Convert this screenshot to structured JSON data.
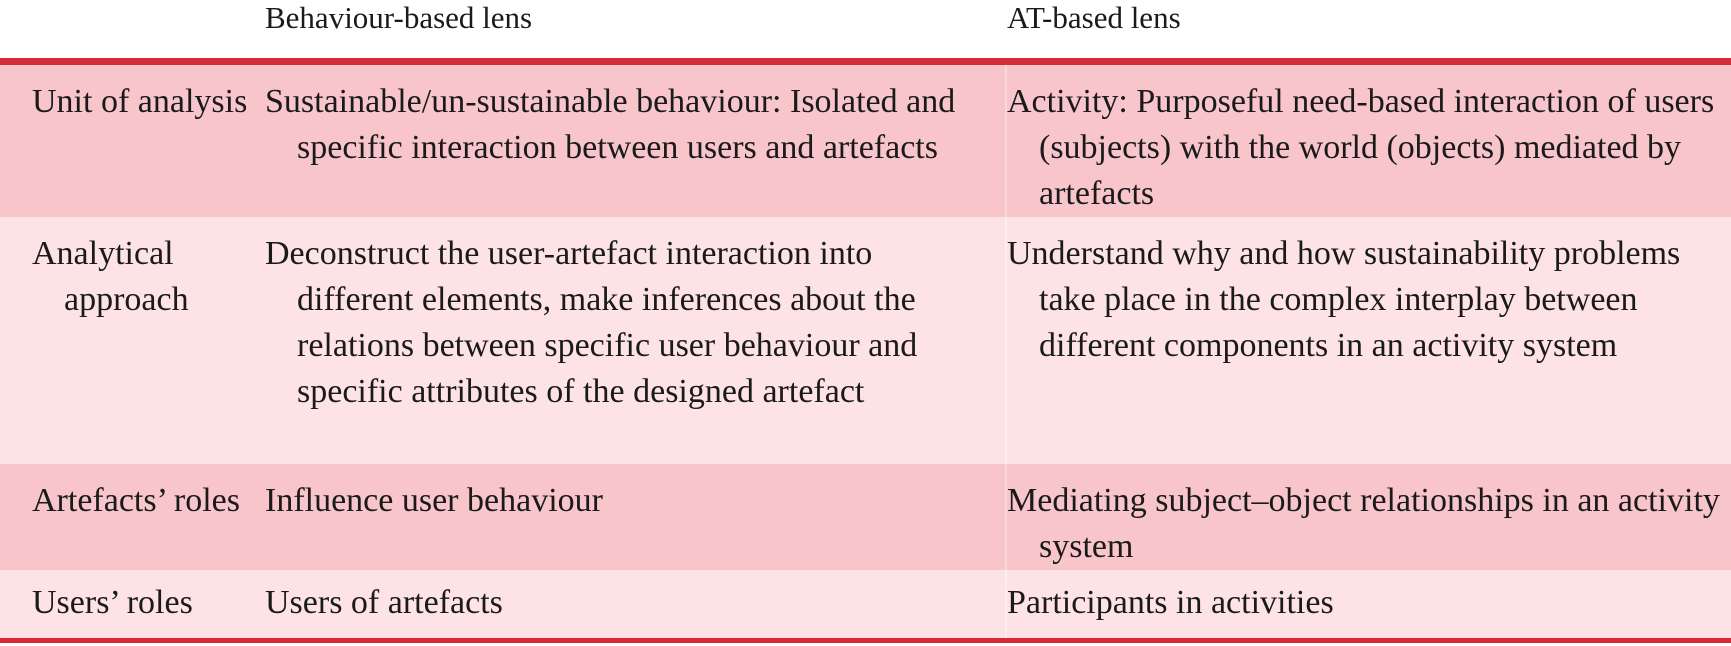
{
  "header": {
    "col1": "",
    "col2": "Behaviour-based lens",
    "col3": "AT-based lens"
  },
  "rows": [
    {
      "label": "Unit of analysis",
      "behaviour": "Sustainable/un-sustainable behaviour: Isolated and specific interaction between users and artefacts",
      "at": "Activity: Purposeful need-based interaction of users (subjects) with the world (objects) mediated by artefacts"
    },
    {
      "label": "Analytical approach",
      "behaviour": "Deconstruct the user-artefact interaction into different elements, make inferences about the relations between specific user behaviour and specific attributes of the designed artefact",
      "at": "Understand why and how sustainability problems take place in the complex interplay between different components in an activity system"
    },
    {
      "label": "Artefacts’ roles",
      "behaviour": "Influence user behaviour",
      "at": "Mediating subject–object relationships in an activity system"
    },
    {
      "label": "Users’ roles",
      "behaviour": "Users of artefacts",
      "at": "Participants in activities"
    }
  ],
  "colors": {
    "rule": "#d62c3a",
    "row_dark": "#f8c5ca",
    "row_light": "#fde3e5"
  }
}
